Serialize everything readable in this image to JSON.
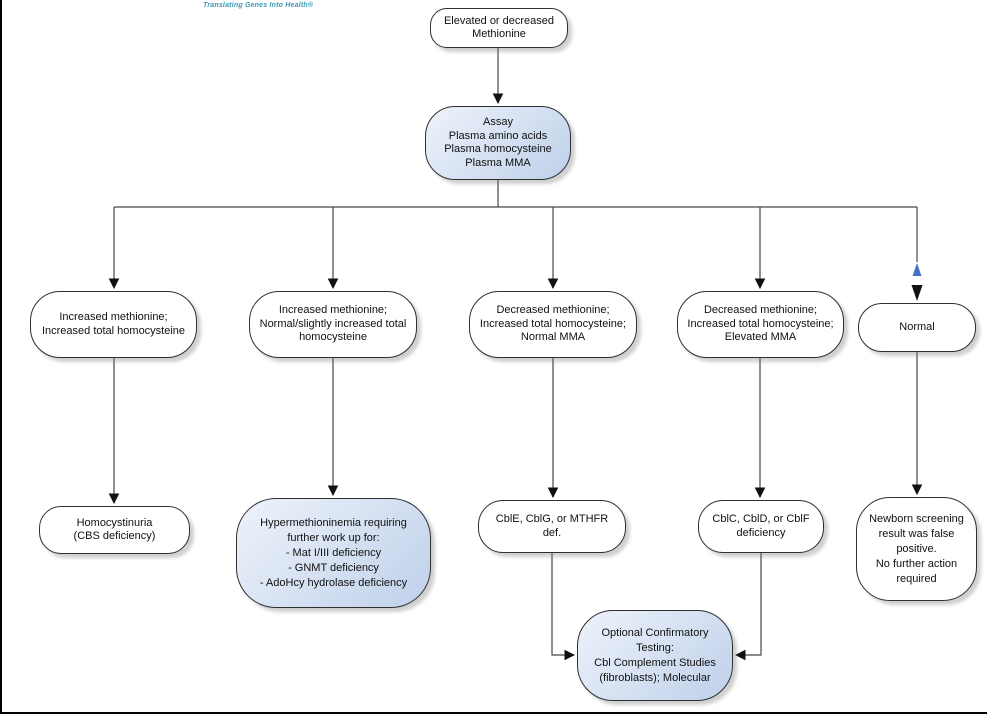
{
  "page": {
    "tagline": "Translating Genes Into Health®"
  },
  "colors": {
    "tagline_teal": "#3a9ab5",
    "node_blue_top": "#eef3fb",
    "node_blue_bottom": "#bfd0ea",
    "arrow_black": "#111111",
    "arrow_blue": "#4472c4",
    "line_gray": "#474747"
  },
  "flowchart": {
    "nodes": {
      "root": {
        "lines": [
          "Elevated or decreased",
          "Methionine"
        ]
      },
      "assay": {
        "lines": [
          "Assay",
          "Plasma amino acids",
          "Plasma homocysteine",
          "Plasma MMA"
        ]
      },
      "inc_met_inc_hcy": {
        "lines": [
          "Increased methionine;",
          "Increased total homocysteine"
        ]
      },
      "inc_met_normal_hcy": {
        "lines": [
          "Increased methionine;",
          "Normal/slightly increased total",
          "homocysteine"
        ]
      },
      "dec_met_inc_hcy_normal_mma": {
        "lines": [
          "Decreased methionine;",
          "Increased total homocysteine;",
          "Normal MMA"
        ]
      },
      "dec_met_inc_hcy_elev_mma": {
        "lines": [
          "Decreased methionine;",
          "Increased total homocysteine;",
          "Elevated MMA"
        ]
      },
      "normal": {
        "lines": [
          "Normal"
        ]
      },
      "homocystinuria": {
        "lines": [
          "Homocystinuria",
          "(CBS deficiency)"
        ]
      },
      "hypermethioninemia": {
        "lines": [
          "Hypermethioninemia requiring",
          "further work up for:",
          "- Mat I/III deficiency",
          "- GNMT deficiency",
          "- AdoHcy hydrolase deficiency"
        ]
      },
      "cble_cblg_mthfr": {
        "lines": [
          "CblE, CblG, or MTHFR",
          "def."
        ]
      },
      "cblc_cbld_cblf": {
        "lines": [
          "CblC, CblD, or CblF",
          "deficiency"
        ]
      },
      "newborn_false_positive": {
        "lines": [
          "Newborn screening",
          "result was false",
          "positive.",
          "No further action",
          "required"
        ]
      },
      "optional_confirmatory": {
        "lines": [
          "Optional Confirmatory",
          "Testing:",
          "Cbl Complement Studies",
          "(fibroblasts); Molecular"
        ]
      }
    }
  }
}
